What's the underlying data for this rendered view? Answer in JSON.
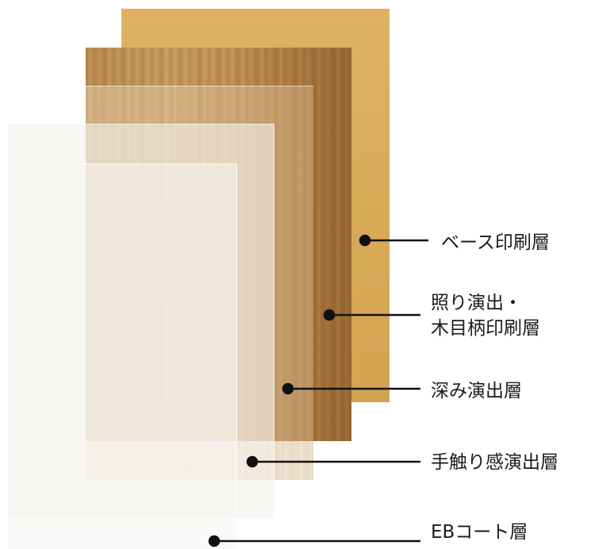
{
  "layers": [
    {
      "id": "base",
      "label": "ベース印刷層"
    },
    {
      "id": "grain",
      "label": "照り演出・\n木目柄印刷層"
    },
    {
      "id": "depth",
      "label": "深み演出層"
    },
    {
      "id": "touch",
      "label": "手触り感演出層"
    },
    {
      "id": "eb",
      "label": "EBコート層"
    }
  ],
  "colors": {
    "base_layer": "#d9ab5a",
    "wood_layer": "#b98a4f",
    "connector": "#111111"
  }
}
